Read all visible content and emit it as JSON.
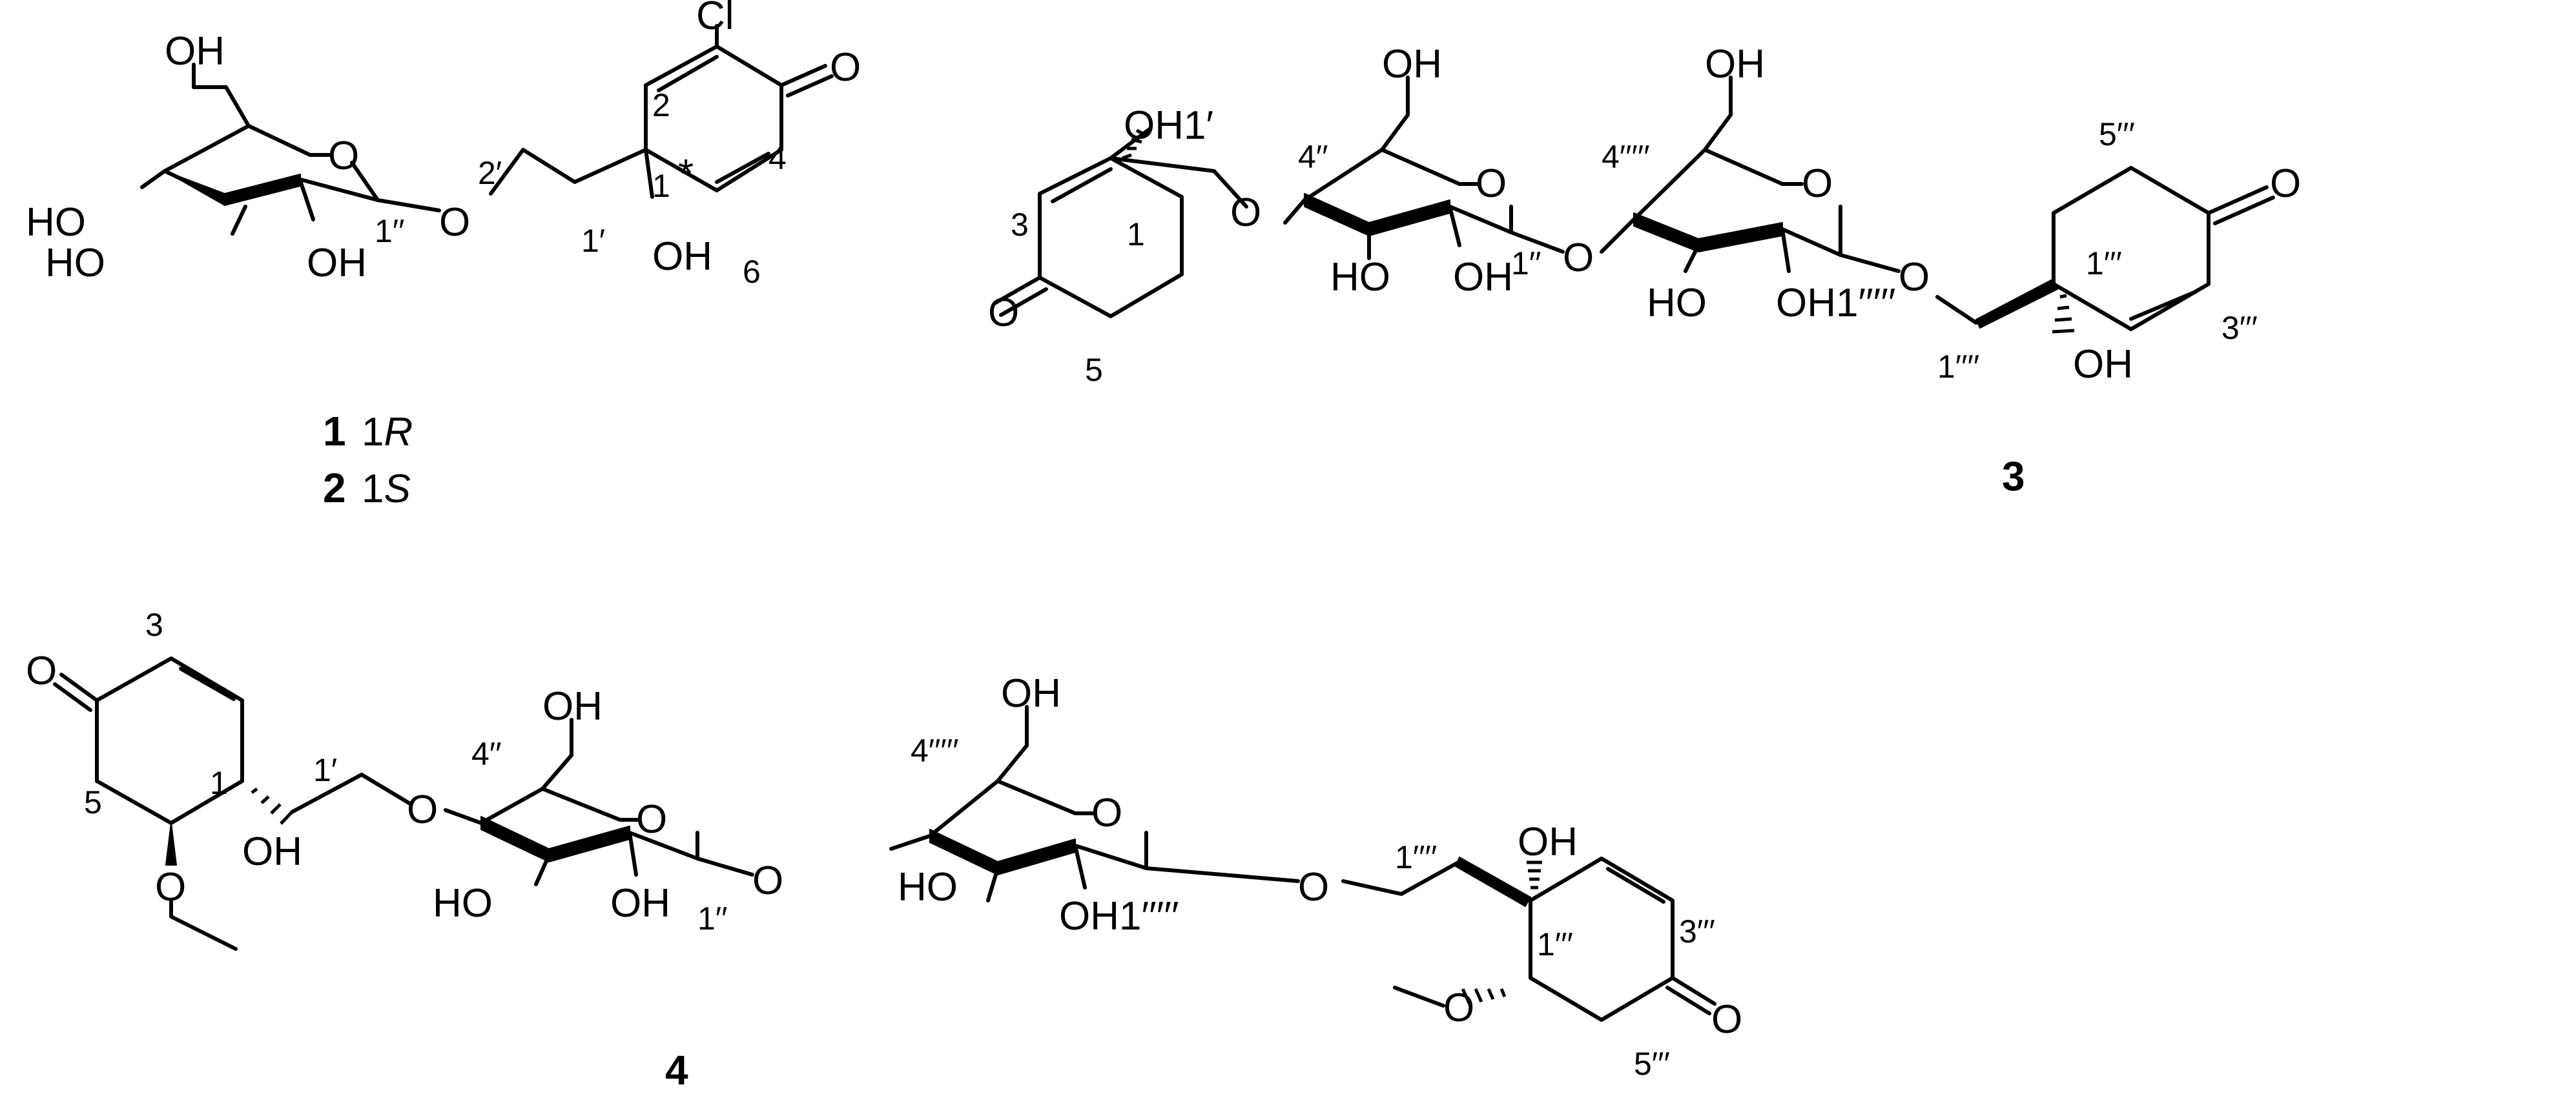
{
  "atoms": {
    "OH": "OH",
    "HO": "HO",
    "O": "O",
    "Cl": "Cl",
    "OH1p": "OH1′",
    "OH1ppppp": "OH1′′′′′",
    "star": "*"
  },
  "locants": {
    "1": "1",
    "2": "2",
    "3": "3",
    "4": "4",
    "5": "5",
    "6": "6",
    "1p": "1′",
    "2p": "2′",
    "1pp": "1′′",
    "4pp": "4′′",
    "1ppp": "1′′′",
    "3ppp": "3′′′",
    "5ppp": "5′′′",
    "1pppp": "1′′′′",
    "1ppppp": "1′′′′′",
    "4ppppp": "4′′′′′"
  },
  "compounds": [
    {
      "id": "1",
      "config_num": "1",
      "config_letter": "R"
    },
    {
      "id": "2",
      "config_num": "1",
      "config_letter": "S"
    },
    {
      "id": "3"
    },
    {
      "id": "4"
    }
  ]
}
